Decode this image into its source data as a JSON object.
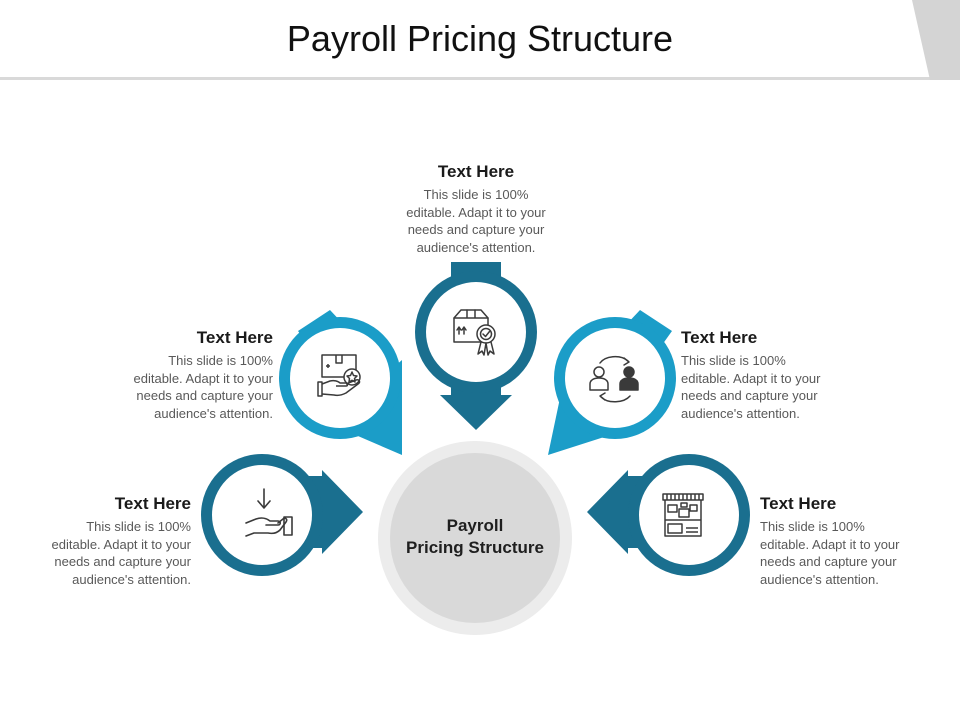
{
  "title": "Payroll Pricing Structure",
  "center": {
    "line1": "Payroll",
    "line2": "Pricing Structure"
  },
  "colors": {
    "dark_teal": "#1a6f8f",
    "light_blue": "#1b9dc8",
    "center_gray": "#d9d9d9",
    "ring_gray": "#ececec"
  },
  "items": [
    {
      "heading": "Text Here",
      "body": [
        "This slide is 100%",
        "editable. Adapt it to your",
        "needs and capture your",
        "audience's attention."
      ],
      "icon": "hand-receive-arrow-icon"
    },
    {
      "heading": "Text Here",
      "body": [
        "This slide is 100%",
        "editable. Adapt it to your",
        "needs and capture your",
        "audience's attention."
      ],
      "icon": "box-hand-star-icon"
    },
    {
      "heading": "Text Here",
      "body": [
        "This slide is 100%",
        "editable. Adapt it to your",
        "needs and capture your",
        "audience's attention."
      ],
      "icon": "package-badge-icon"
    },
    {
      "heading": "Text Here",
      "body": [
        "This slide is 100%",
        "editable. Adapt it to your",
        "needs and capture your",
        "audience's attention."
      ],
      "icon": "user-exchange-icon"
    },
    {
      "heading": "Text Here",
      "body": [
        "This slide is 100%",
        "editable. Adapt it to your",
        "needs and capture your",
        "audience's attention."
      ],
      "icon": "shop-storefront-icon"
    }
  ]
}
